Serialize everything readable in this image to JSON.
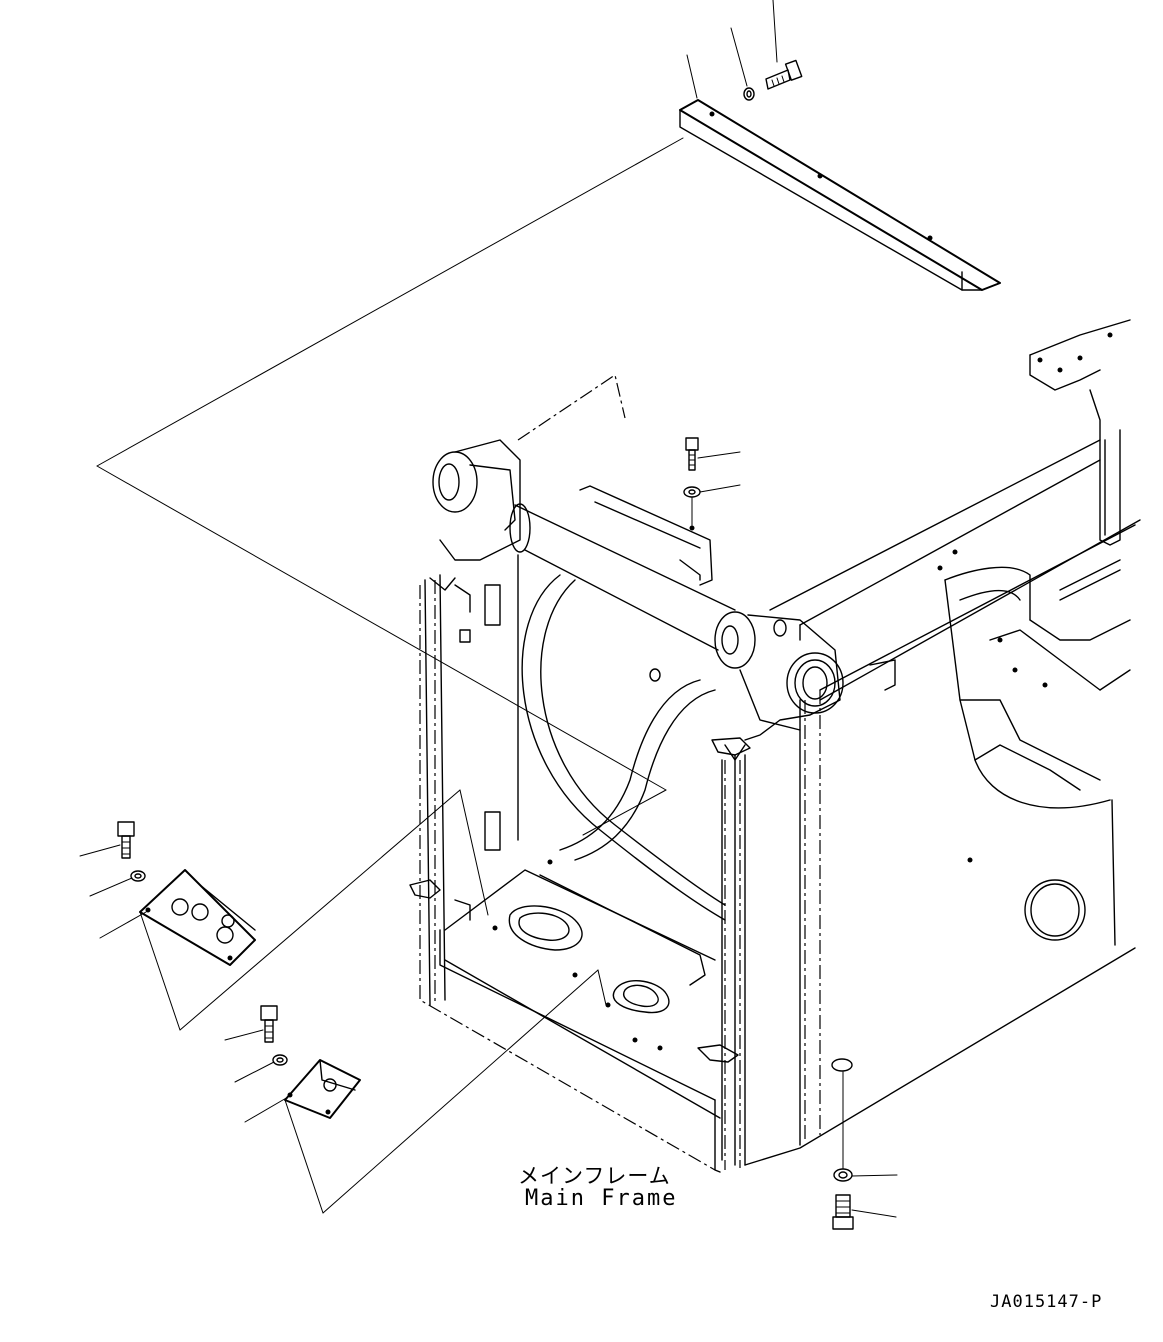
{
  "labels": {
    "main_frame_jp": "メインフレーム",
    "main_frame_en": "Main Frame",
    "drawing_code": "JA015147-P"
  },
  "colors": {
    "line": "#000000",
    "background": "#ffffff"
  }
}
